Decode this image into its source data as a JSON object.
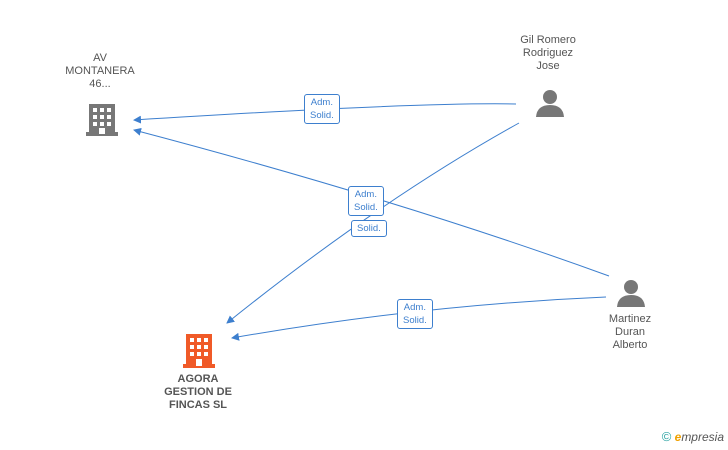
{
  "nodes": {
    "av_montanera": {
      "label": "AV\nMONTANERA\n46..."
    },
    "agora": {
      "label": "AGORA\nGESTION DE\nFINCAS SL"
    },
    "gil_romero": {
      "label": "Gil Romero\nRodriguez\nJose"
    },
    "martinez": {
      "label": "Martinez\nDuran\nAlberto"
    }
  },
  "edges": [
    {
      "from": "gil_romero",
      "to": "av_montanera",
      "label": "Adm.\nSolid."
    },
    {
      "from": "martinez",
      "to": "av_montanera",
      "label": "Adm.\nSolid."
    },
    {
      "from": "gil_romero",
      "to": "agora",
      "label": "Solid."
    },
    {
      "from": "martinez",
      "to": "agora",
      "label": "Adm.\nSolid."
    }
  ],
  "brand": {
    "copyright": "©",
    "e": "e",
    "rest": "mpresia"
  },
  "colors": {
    "edge": "#3d7fce",
    "company_gray": "#777777",
    "company_focus": "#f05a28",
    "person": "#777777"
  }
}
